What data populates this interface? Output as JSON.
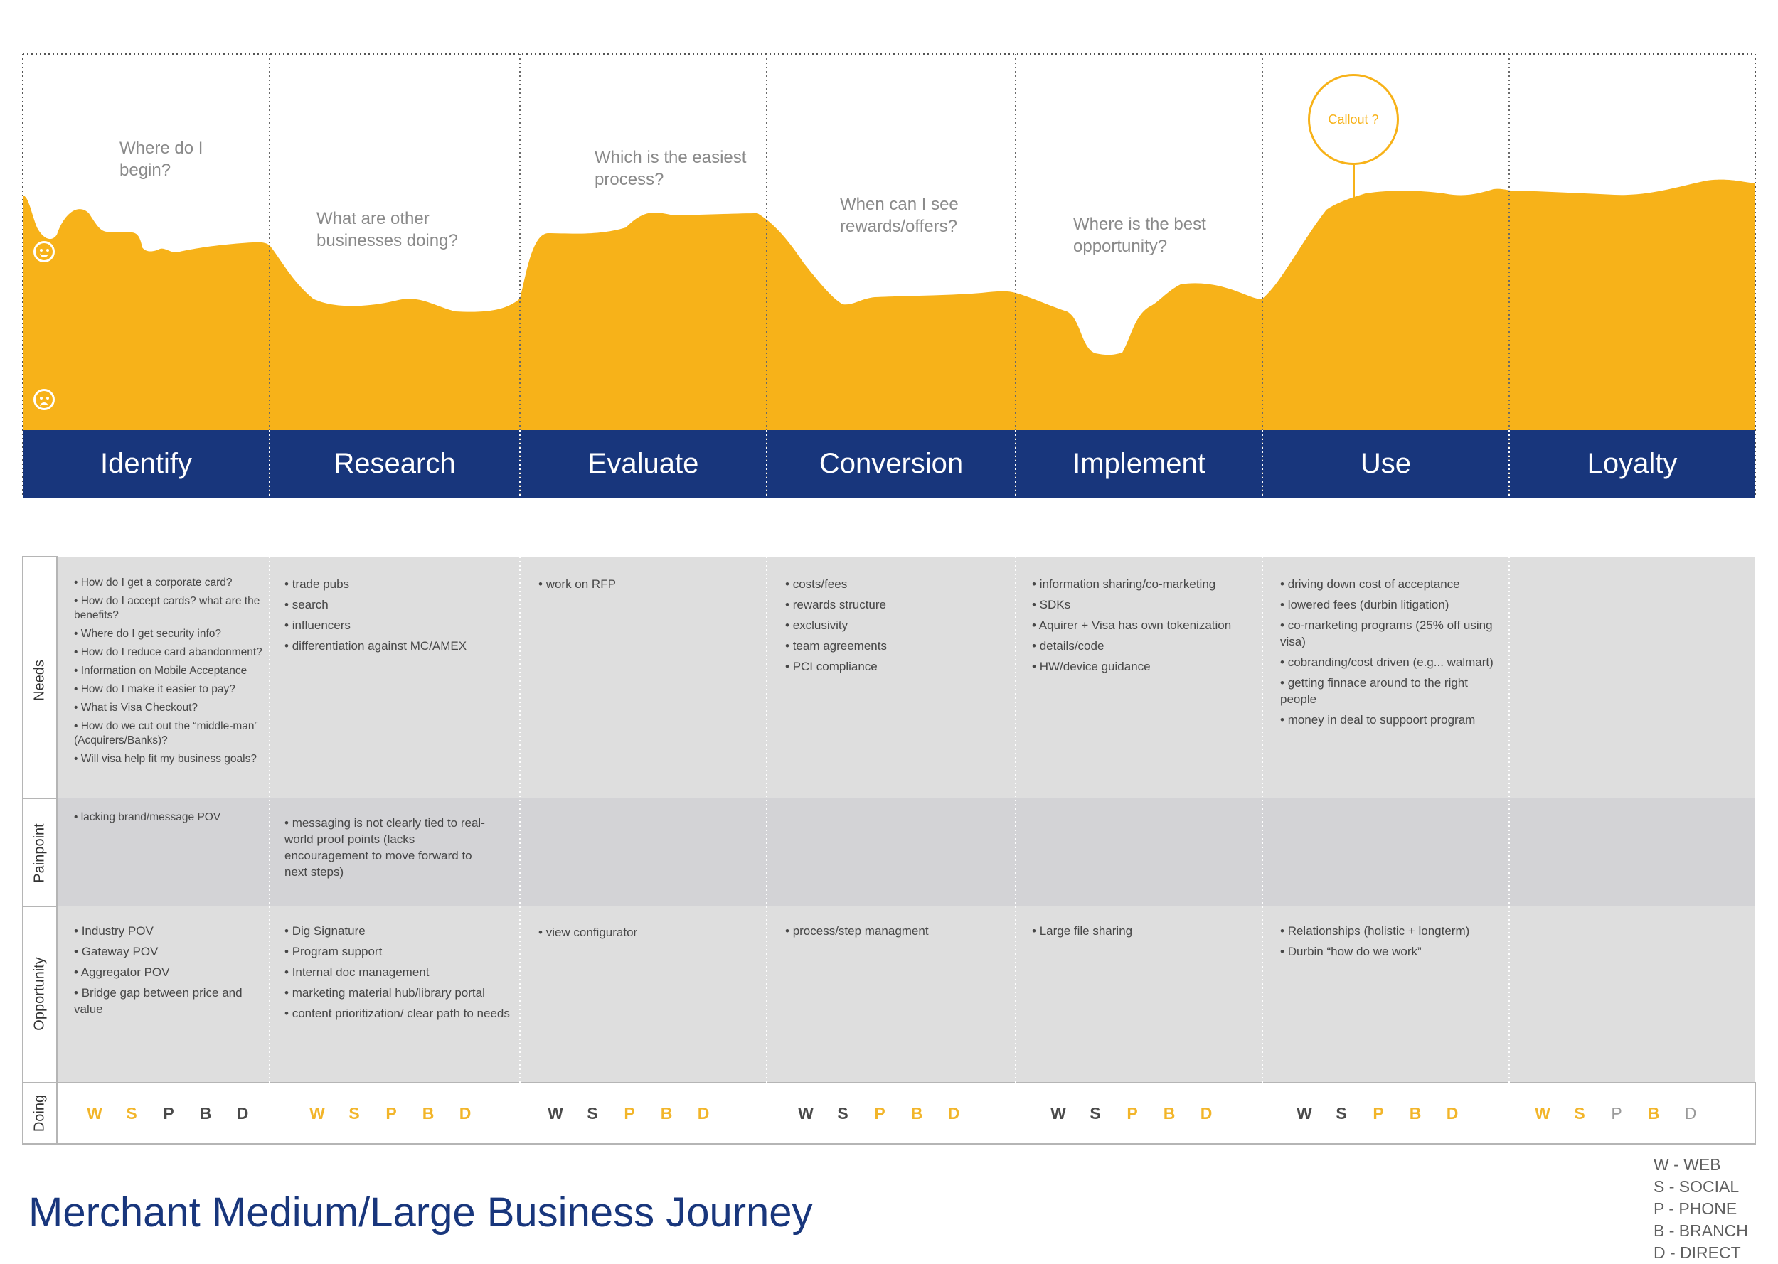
{
  "colors": {
    "journey_fill": "#f7b219",
    "stage_bar": "#18367c",
    "row_light": "#dedede",
    "row_dark": "#d3d3d6",
    "active_channel": "#f2b52a",
    "inactive_channel": "#4a4a4a",
    "dim_channel": "#9a9a9a"
  },
  "questions": [
    "Where do I\nbegin?",
    "What are other\nbusinesses doing?",
    "Which is the easiest\nprocess?",
    "When can I see\nrewards/offers?",
    "Where is the best\nopportunity?"
  ],
  "callout": "Callout ?",
  "stages": [
    "Identify",
    "Research",
    "Evaluate",
    "Conversion",
    "Implement",
    "Use",
    "Loyalty"
  ],
  "rows": {
    "needs_label": "Needs",
    "painpoint_label": "Painpoint",
    "opportunity_label": "Opportunity",
    "doing_label": "Doing"
  },
  "needs": [
    [
      "How do I get a corporate card?",
      "How do I accept cards? what are the benefits?",
      "Where do I get security info?",
      "How do I reduce card abandonment?",
      "Information on Mobile Acceptance",
      "How do I make it easier to pay?",
      "What is Visa Checkout?",
      "How do we cut out the “middle-man” (Acquirers/Banks)?",
      "Will visa help fit my business goals?"
    ],
    [
      "trade pubs",
      "search",
      "influencers",
      "differentiation against MC/AMEX"
    ],
    [
      "work on RFP"
    ],
    [
      "costs/fees",
      "rewards structure",
      "exclusivity",
      "team agreements",
      "PCI compliance"
    ],
    [
      "information sharing/co-marketing",
      "SDKs",
      "Aquirer + Visa has own tokenization",
      "details/code",
      "HW/device guidance"
    ],
    [
      "driving down cost of acceptance",
      "lowered fees (durbin litigation)",
      "co-marketing programs (25% off using visa)",
      "cobranding/cost driven (e.g... walmart)",
      "getting finnace around to the right people",
      "money in deal to suppoort program"
    ],
    []
  ],
  "painpoints": [
    [
      "lacking brand/message POV"
    ],
    [
      "messaging is not clearly tied to real-world proof points (lacks encouragement to move forward to next steps)"
    ],
    [],
    [],
    [],
    [],
    []
  ],
  "opportunities": [
    [
      "Industry POV",
      "Gateway POV",
      "Aggregator POV",
      "Bridge gap between price and value"
    ],
    [
      "Dig Signature",
      "Program support",
      "Internal doc management",
      "marketing material hub/library portal",
      "content prioritization/ clear path to needs"
    ],
    [
      "view configurator"
    ],
    [
      "process/step managment"
    ],
    [
      "Large file sharing"
    ],
    [
      "Relationships (holistic + longterm)",
      "Durbin “how do we work”"
    ],
    []
  ],
  "doing": [
    {
      "W": "on",
      "S": "on",
      "P": "off",
      "B": "off",
      "D": "off"
    },
    {
      "W": "on",
      "S": "on",
      "P": "on",
      "B": "on",
      "D": "on"
    },
    {
      "W": "off",
      "S": "off",
      "P": "on",
      "B": "on",
      "D": "on"
    },
    {
      "W": "off",
      "S": "off",
      "P": "on",
      "B": "on",
      "D": "on"
    },
    {
      "W": "off",
      "S": "off",
      "P": "on",
      "B": "on",
      "D": "on"
    },
    {
      "W": "off",
      "S": "off",
      "P": "on",
      "B": "on",
      "D": "on"
    },
    {
      "W": "on",
      "S": "on",
      "P": "dim",
      "B": "on",
      "D": "dim"
    }
  ],
  "title": "Merchant Medium/Large Business Journey",
  "legend": [
    "W - WEB",
    "S  - SOCIAL",
    "P  - PHONE",
    "B  - BRANCH",
    "D  - DIRECT"
  ]
}
